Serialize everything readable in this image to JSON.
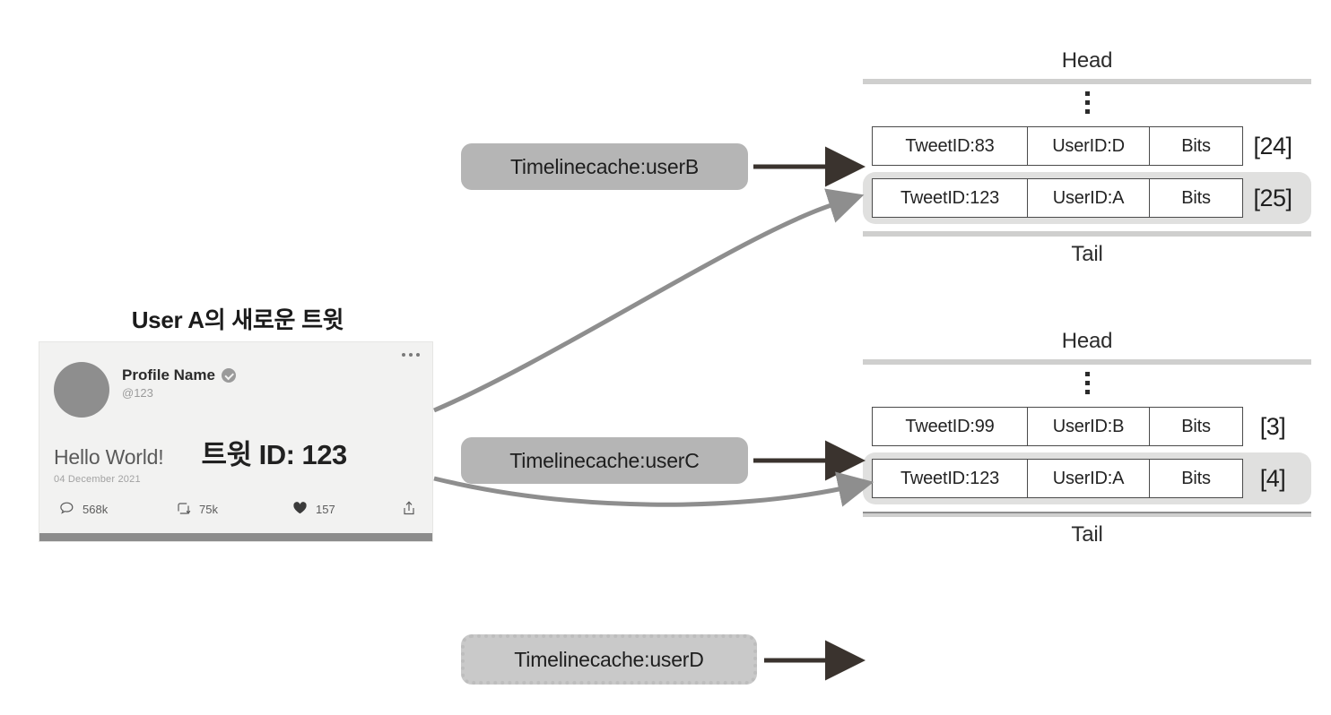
{
  "tweet": {
    "heading": "User A의 새로운 트윗",
    "more_icon": "more-horizontal-icon",
    "profile_name": "Profile Name",
    "verified_icon": "verified-badge-icon",
    "handle": "@123",
    "text": "Hello World!",
    "id_label": "트윗 ID: 123",
    "date": "04 December 2021",
    "stats": {
      "reply_icon": "comment-icon",
      "reply_count": "568k",
      "retweet_icon": "retweet-icon",
      "retweet_count": "75k",
      "like_icon": "heart-icon",
      "like_count": "157",
      "share_icon": "share-icon"
    }
  },
  "caches": [
    {
      "label": "Timelinecache:userB",
      "style": "solid"
    },
    {
      "label": "Timelinecache:userC",
      "style": "solid"
    },
    {
      "label": "Timelinecache:userD",
      "style": "dashed"
    }
  ],
  "lists": [
    {
      "head_label": "Head",
      "tail_label": "Tail",
      "ellipsis": "vertical-ellipsis",
      "rows": [
        {
          "tweet_id": "TweetID:83",
          "user_id": "UserID:D",
          "bits": "Bits",
          "index": "[24]",
          "highlight": false
        },
        {
          "tweet_id": "TweetID:123",
          "user_id": "UserID:A",
          "bits": "Bits",
          "index": "[25]",
          "highlight": true
        }
      ]
    },
    {
      "head_label": "Head",
      "tail_label": "Tail",
      "ellipsis": "vertical-ellipsis",
      "rows": [
        {
          "tweet_id": "TweetID:99",
          "user_id": "UserID:B",
          "bits": "Bits",
          "index": "[3]",
          "highlight": false
        },
        {
          "tweet_id": "TweetID:123",
          "user_id": "UserID:A",
          "bits": "Bits",
          "index": "[4]",
          "highlight": true
        }
      ]
    }
  ],
  "colors": {
    "pill_fill": "#b5b5b5",
    "highlight_fill": "#e0e0df",
    "arrow_dark": "#3a332e",
    "arrow_gray": "#8e8e8e",
    "divider": "#cfcfce",
    "card_bg": "#f2f2f1"
  }
}
